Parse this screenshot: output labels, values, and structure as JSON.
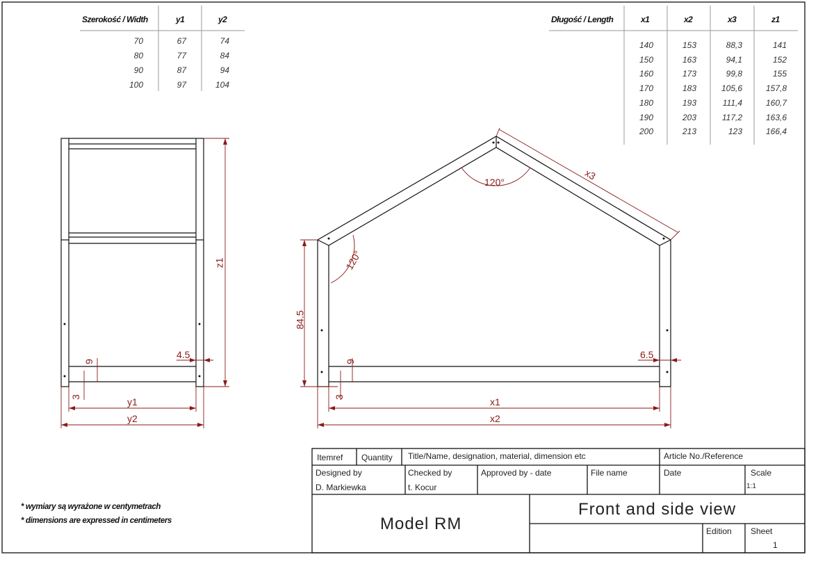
{
  "width_table": {
    "headers": [
      "Szerokość / Width",
      "y1",
      "y2"
    ],
    "rows": [
      [
        "70",
        "67",
        "74"
      ],
      [
        "80",
        "77",
        "84"
      ],
      [
        "90",
        "87",
        "94"
      ],
      [
        "100",
        "97",
        "104"
      ]
    ]
  },
  "length_table": {
    "headers": [
      "Długość / Length",
      "x1",
      "x2",
      "x3",
      "z1"
    ],
    "rows": [
      [
        "140",
        "153",
        "88,3",
        "141"
      ],
      [
        "150",
        "163",
        "94,1",
        "152"
      ],
      [
        "160",
        "173",
        "99,8",
        "155"
      ],
      [
        "170",
        "183",
        "105,6",
        "157,8"
      ],
      [
        "180",
        "193",
        "111,4",
        "160,7"
      ],
      [
        "190",
        "203",
        "117,2",
        "163,6"
      ],
      [
        "200",
        "213",
        "123",
        "166,4"
      ]
    ]
  },
  "side_view": {
    "z1": "z1",
    "y1": "y1",
    "y2": "y2",
    "d45": "4.5",
    "d9": "9",
    "d3": "3"
  },
  "front_view": {
    "h": "84.5",
    "x1": "x1",
    "x2": "x2",
    "x3": "x3",
    "angle_top": "120°",
    "angle_left": "120°",
    "d65": "6.5",
    "d9": "9",
    "d3": "3"
  },
  "notes": [
    "* wymiary są wyrażone w centymetrach",
    "* dimensions are expressed in centimeters"
  ],
  "title_block": {
    "itemref": "Itemref",
    "quantity": "Quantity",
    "title_label": "Title/Name, designation, material, dimension etc",
    "article": "Article No./Reference",
    "designed_by": "Designed by",
    "designer": "D. Markiewka",
    "checked_by": "Checked by",
    "checker": "t. Kocur",
    "approved": "Approved by - date",
    "file_name": "File name",
    "date": "Date",
    "scale": "Scale",
    "scale_value": "1:1",
    "model": "Model RM",
    "view_title": "Front and side  view",
    "edition": "Edition",
    "sheet": "Sheet",
    "sheet_value": "1"
  },
  "colors": {
    "dimension": "#8b1a1a",
    "line": "#111111"
  }
}
